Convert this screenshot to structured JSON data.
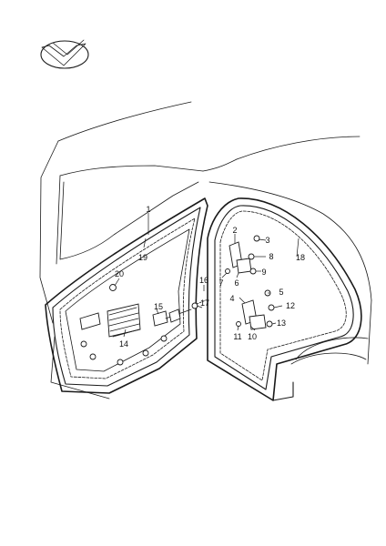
{
  "callouts": [
    "1",
    "2",
    "3",
    "4",
    "5",
    "6",
    "7",
    "8",
    "9",
    "10",
    "11",
    "12",
    "13",
    "14",
    "15",
    "16",
    "17",
    "18",
    "19",
    "20"
  ],
  "logo_icon": "vw-audi-group-logo-icon",
  "colors": {
    "line": "#1a1a1a",
    "background": "#ffffff",
    "hatch": "#6a6a6a"
  }
}
